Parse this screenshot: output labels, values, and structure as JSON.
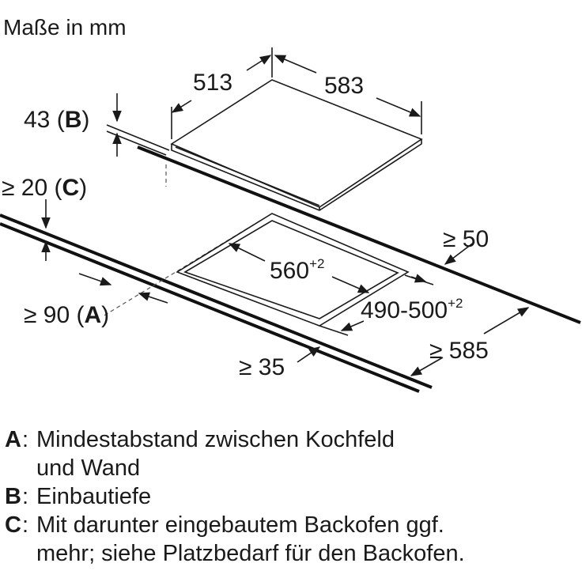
{
  "title": "Maße in mm",
  "dimensions": {
    "hob_depth": "513",
    "hob_width": "583",
    "thickness_value": "43 (",
    "thickness_key": "B",
    "thickness_close": ")",
    "min_c_value": "≥ 20 (",
    "min_c_key": "C",
    "min_c_close": ")",
    "min_back": "≥ 50",
    "cutout_width": "560",
    "cutout_width_tol": "+2",
    "cutout_depth": "490-500",
    "cutout_depth_tol": "+2",
    "min_a_value": "≥ 90 (",
    "min_a_key": "A",
    "min_a_close": ")",
    "min_worktop": "≥ 585",
    "min_front": "≥ 35"
  },
  "legend": [
    {
      "key": "A",
      "text": "Mindestabstand zwischen Kochfeld",
      "text2": "und Wand"
    },
    {
      "key": "B",
      "text": "Einbautiefe"
    },
    {
      "key": "C",
      "text": "Mit darunter eingebautem Backofen ggf.",
      "text2": "mehr; siehe Platzbedarf für den Backofen."
    }
  ]
}
